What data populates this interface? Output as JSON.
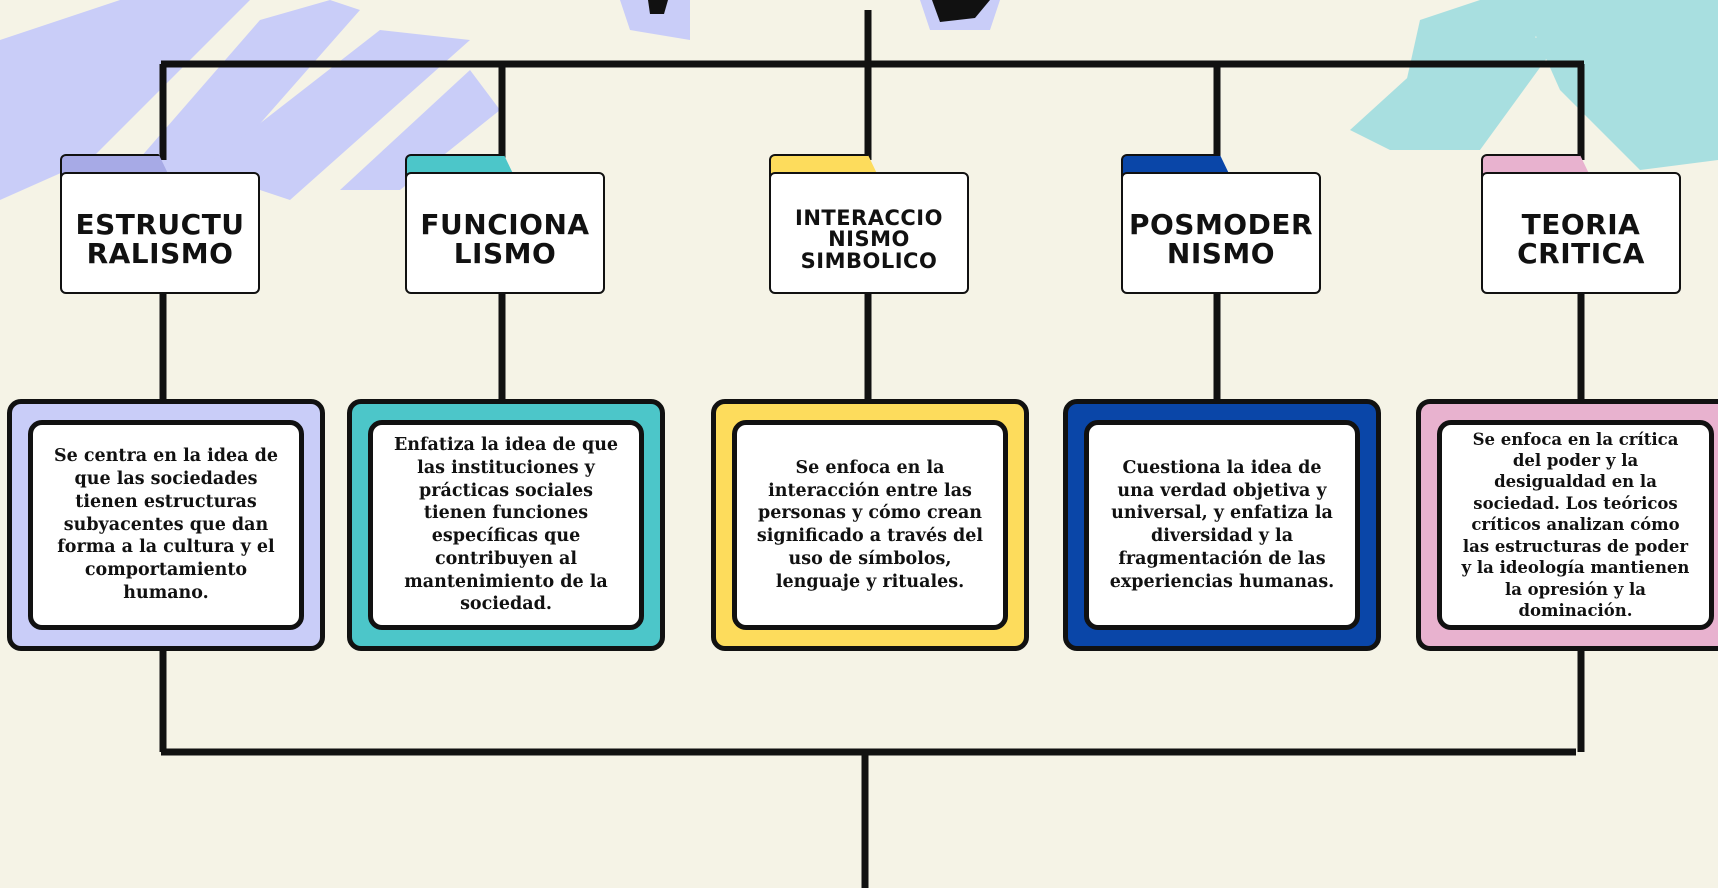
{
  "colors": {
    "background": "#f5f3e6",
    "lavender": "#c9cdf8",
    "teal": "#4cc6c9",
    "yellow": "#fddc5c",
    "blue": "#0a46a8",
    "pink": "#e8b2cf",
    "line": "#111111"
  },
  "branches": [
    {
      "title": "ESTRUCTU\nRALISMO",
      "description": "Se centra en la idea de que las sociedades tienen estructuras subyacentes que dan forma a la cultura y el comportamiento humano."
    },
    {
      "title": "FUNCIONA\nLISMO",
      "description": "Enfatiza la idea de que las instituciones y prácticas sociales tienen funciones específicas que contribuyen al mantenimiento de la sociedad."
    },
    {
      "title": "INTERACCIO\nNISMO\nSIMBOLICO",
      "description": "Se enfoca en la interacción entre las personas y cómo crean significado a través del uso de símbolos, lenguaje y rituales."
    },
    {
      "title": "POSMODER\nNISMO",
      "description": "Cuestiona la idea de una verdad objetiva y universal, y enfatiza la diversidad y la fragmentación de las experiencias humanas."
    },
    {
      "title": "TEORIA\nCRITICA",
      "description": "Se enfoca en la crítica del poder y la desigualdad en la sociedad. Los teóricos críticos analizan cómo las estructuras de poder y la ideología mantienen la opresión y la dominación."
    }
  ]
}
